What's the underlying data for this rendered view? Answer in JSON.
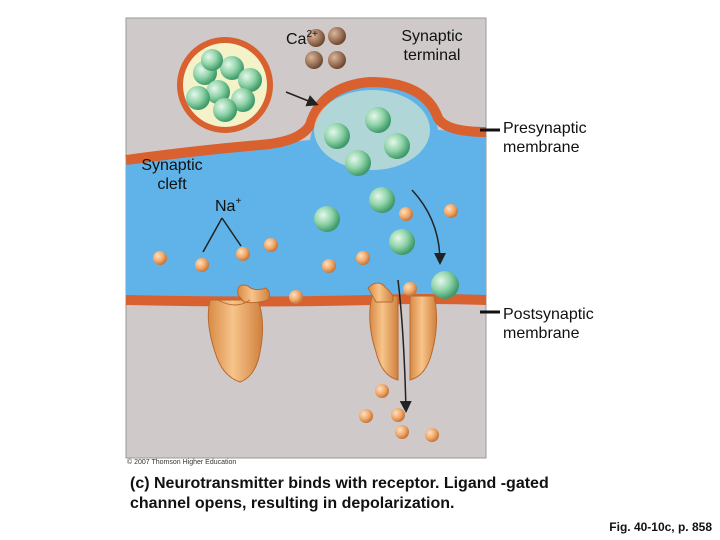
{
  "labels": {
    "calcium": "Ca",
    "calcium_charge": "2+",
    "synaptic_terminal_line1": "Synaptic",
    "synaptic_terminal_line2": "terminal",
    "presynaptic_line1": "Presynaptic",
    "presynaptic_line2": "membrane",
    "cleft_line1": "Synaptic",
    "cleft_line2": "cleft",
    "sodium": "Na",
    "sodium_charge": "+",
    "postsynaptic_line1": "Postsynaptic",
    "postsynaptic_line2": "membrane"
  },
  "copyright": "© 2007 Thomson Higher Education",
  "caption": "(c) Neurotransmitter binds with receptor. Ligand -gated channel opens, resulting in depolarization.",
  "figure_ref": "Fig. 40-10c, p. 858",
  "colors": {
    "background_panel": "#cfc9c9",
    "cleft_fluid": "#5fb3e8",
    "membrane": "#d9602f",
    "vesicle_fill": "#f4f2c8",
    "neurotransmitter": "#8fd3a8",
    "calcium_ion": "#a0765a",
    "sodium_ion": "#f0a868",
    "channel_protein": "#e89a55"
  }
}
